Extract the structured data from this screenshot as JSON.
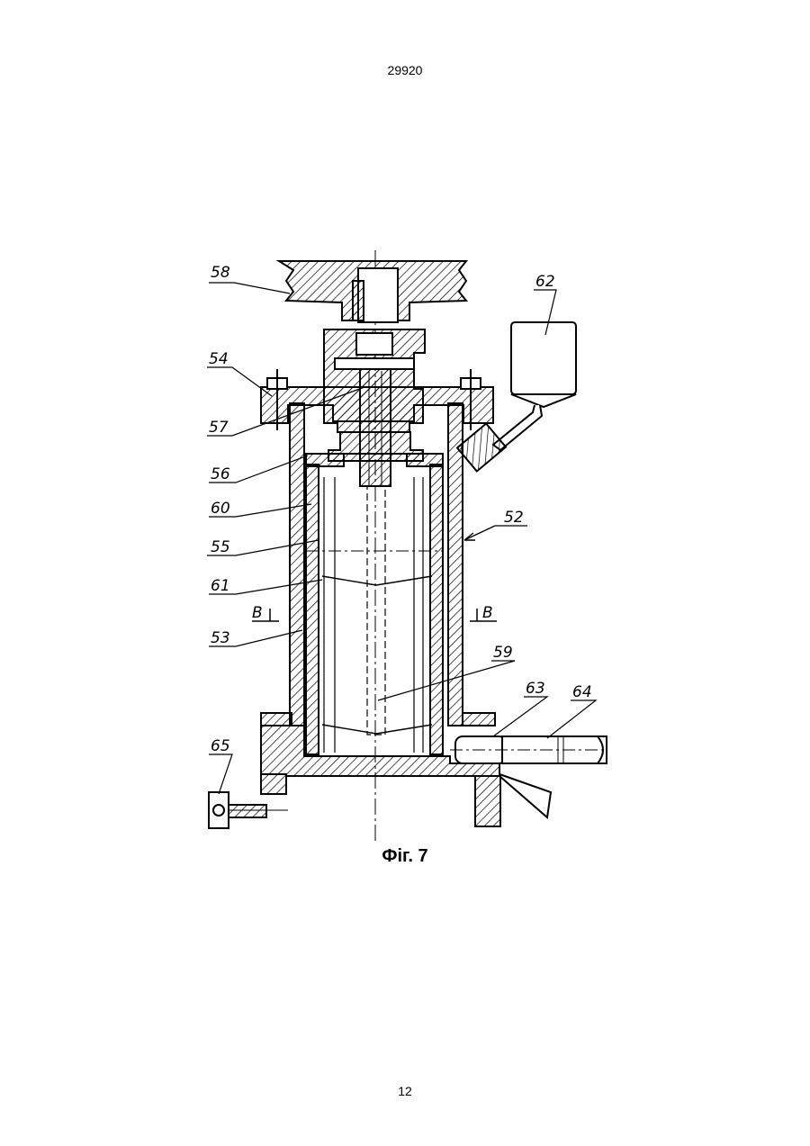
{
  "header": {
    "document_number": "29920"
  },
  "figure": {
    "caption": "Фіг. 7",
    "labels": {
      "l58": "58",
      "l62": "62",
      "l54": "54",
      "l57": "57",
      "l56": "56",
      "l60": "60",
      "l52": "52",
      "l55": "55",
      "l61": "61",
      "l53": "53",
      "l59": "59",
      "l63": "63",
      "l64": "64",
      "l65": "65",
      "section_left": "B",
      "section_right": "B"
    }
  },
  "footer": {
    "page_number": "12"
  }
}
